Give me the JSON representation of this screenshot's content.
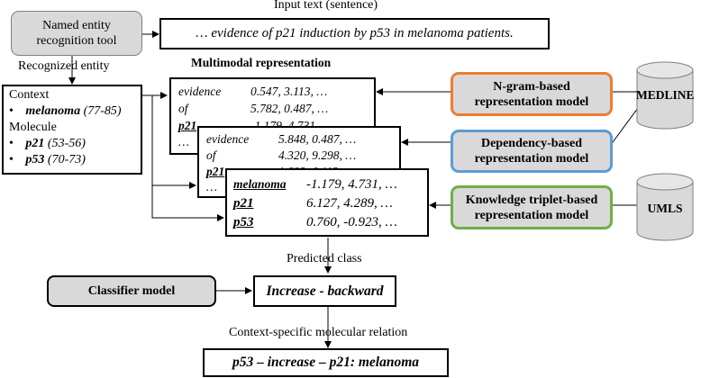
{
  "input": {
    "caption": "Input text (sentence)",
    "sentence": "… evidence of p21 induction by p53 in melanoma patients."
  },
  "ner_tool": {
    "label": "Named entity recognition tool"
  },
  "recognized": {
    "caption": "Recognized entity",
    "context_heading": "Context",
    "context_items": [
      {
        "name": "melanoma",
        "span": "(77-85)"
      }
    ],
    "molecule_heading": "Molecule",
    "molecule_items": [
      {
        "name": "p21",
        "span": "(53-56)"
      },
      {
        "name": "p53",
        "span": "(70-73)"
      }
    ],
    "bullet": "•"
  },
  "multimodal": {
    "caption": "Multimodal representation",
    "table1": [
      {
        "term": "evidence",
        "vec": "0.547, 3.113, …"
      },
      {
        "term": "of",
        "vec": "5.782, 0.487, …"
      },
      {
        "term": "p21",
        "vec": "-1.179, 4.731, …"
      },
      {
        "term": "…",
        "vec": ""
      }
    ],
    "table2": [
      {
        "term": "evidence",
        "vec": "5.848, 0.487, …"
      },
      {
        "term": "of",
        "vec": "4.320, 9.298, …"
      },
      {
        "term": "p21",
        "vec": "1.893, 0.113, …"
      },
      {
        "term": "…",
        "vec": ""
      }
    ],
    "table3": [
      {
        "term": "melanoma",
        "vec": "-1.179, 4.731, …"
      },
      {
        "term": "p21",
        "vec": "6.127, 4.289, …"
      },
      {
        "term": "p53",
        "vec": "0.760, -0.923, …"
      }
    ]
  },
  "models": {
    "ngram": {
      "label": "N-gram-based representation model",
      "border_color": "#ed7d31"
    },
    "dependency": {
      "label": "Dependency-based representation model",
      "border_color": "#5b9bd5"
    },
    "knowledge": {
      "label": "Knowledge triplet-based representation model",
      "border_color": "#70ad47"
    }
  },
  "databases": {
    "medline": "MEDLINE",
    "umls": "UMLS"
  },
  "prediction": {
    "caption": "Predicted class",
    "classifier": "Classifier model",
    "result": "Increase - backward"
  },
  "relation": {
    "caption": "Context-specific molecular relation",
    "result": "p53 – increase – p21: melanoma"
  }
}
